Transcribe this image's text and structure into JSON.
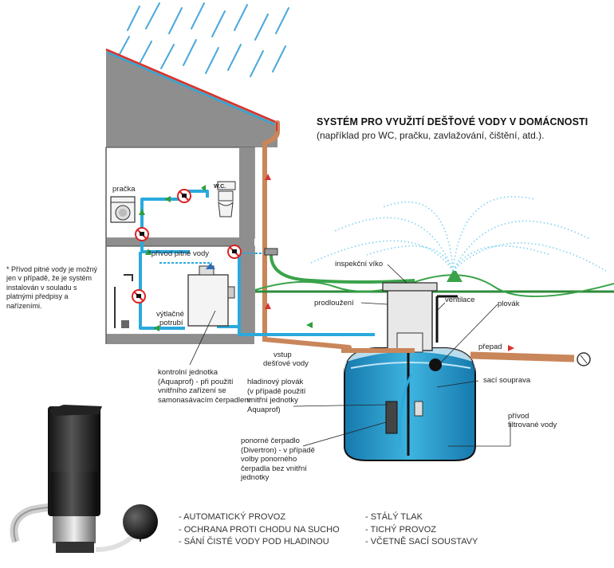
{
  "title": "SYSTÉM PRO VYUŽITÍ DEŠŤOVÉ VODY V DOMÁCNOSTI",
  "subtitle": "(například pro WC, pračku, zavlažování, čištění, atd.).",
  "labels": {
    "pracka": "pračka",
    "wc": "W.C.",
    "privod_pitne_vody": "*přívod pitné vody",
    "vytlacne_potrubi_1": "výtlačné",
    "vytlacne_potrubi_2": "potrubí",
    "inspekcni_viko": "inspekční víko",
    "prodlouzeni": "prodloužení",
    "ventilace": "ventilace",
    "plovak": "plovák",
    "prepad": "přepad",
    "vstup_1": "vstup",
    "vstup_2": "dešťové vody",
    "saci_souprava": "sací souprava",
    "privod_filtrovane_1": "přívod",
    "privod_filtrovane_2": "filtrované vody",
    "kontrolni_jednotka": "kontrolní jednotka (Aquaprof) - při použití vnitřního zařízení se samonasávacím čerpadlem",
    "hladinovy_plovak": "hladinový plovák (v případě použití vnitřní jednotky Aquaprof)",
    "ponorne_cerpadlo": "ponorné čerpadlo (Divertron) - v případě volby ponorného čerpadla bez vnitřní jednotky"
  },
  "note": "* Přívod pitné vody je možný jen v případě, že je systém instalován v souladu s platnými předpisy a nařízeními.",
  "features_left": [
    "- AUTOMATICKÝ PROVOZ",
    "- OCHRANA PROTI CHODU NA SUCHO",
    "- SÁNÍ ČISTÉ VODY POD HLADINOU"
  ],
  "features_right": [
    "- STÁLÝ TLAK",
    "- TICHÝ PROVOZ",
    "- VČETNĚ SACÍ SOUSTAVY"
  ],
  "colors": {
    "water_pipe": "#2aa9dd",
    "roof_red": "#d8332f",
    "downpipe": "#c9865a",
    "wall_grey": "#8e8e8e",
    "ground_green": "#2e8b3a",
    "tank_water": "#1f8fc4",
    "arrow_green": "#2f9e3c",
    "arrow_red": "#d8332f",
    "no_drink_red": "#d22"
  },
  "icons": [
    "rain-icon",
    "washing-machine-icon",
    "toilet-icon",
    "no-drinking-water-icon",
    "faucet-icon",
    "sprinkler-icon",
    "pump-icon",
    "float-ball-icon",
    "valve-icon"
  ]
}
